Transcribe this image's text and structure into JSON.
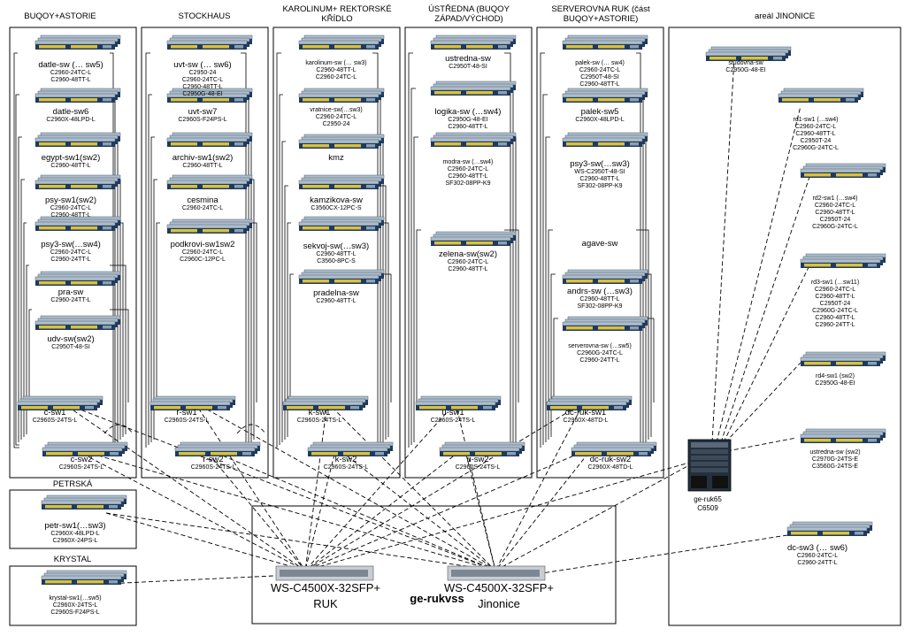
{
  "sections": [
    {
      "title": "BUQOY+ASTORIE"
    },
    {
      "title": "STOCKHAUS"
    },
    {
      "title": "KAROLINUM+ REKTORSKÉ KŘÍDLO"
    },
    {
      "title": "ÚSTŘEDNA (BUQOY ZÁPAD/VÝCHOD)"
    },
    {
      "title": "SERVEROVNA RUK (část BUQOY+ASTORIE)"
    },
    {
      "title": "areál JINONICE"
    },
    {
      "title": "PETRSKÁ"
    },
    {
      "title": "KRYSTAL"
    }
  ],
  "switches": {
    "buqoy": [
      {
        "name": "datle-sw (… sw5)",
        "models": [
          "C2960-24TC-L",
          "C2960-48TT-L"
        ]
      },
      {
        "name": "datle-sw6",
        "models": [
          "C2960X-48LPD-L"
        ]
      },
      {
        "name": "egypt-sw1(sw2)",
        "models": [
          "C2960-48TT-L"
        ]
      },
      {
        "name": "psy-sw1(sw2)",
        "models": [
          "C2960-24TC-L",
          "C2960-48TT-L"
        ]
      },
      {
        "name": "psy3-sw(…sw4)",
        "models": [
          "C2960-24TC-L",
          "C2960-24TT-L"
        ]
      },
      {
        "name": "pra-sw",
        "models": [
          "C2960-24TT-L"
        ]
      },
      {
        "name": "udv-sw(sw2)",
        "models": [
          "C2950T-48-SI"
        ]
      },
      {
        "name": "c-sw1",
        "models": [
          "C2960S-24TS-L"
        ]
      },
      {
        "name": "c-sw2",
        "models": [
          "C2960S-24TS-L"
        ]
      }
    ],
    "stockhaus": [
      {
        "name": "uvt-sw (… sw6)",
        "models": [
          "C2950-24",
          "C2960-24TC-L",
          "C2960-48TT-L",
          "C2950G-48-EI"
        ]
      },
      {
        "name": "uvt-sw7",
        "models": [
          "C2960S-F24PS-L"
        ]
      },
      {
        "name": "archiv-sw1(sw2)",
        "models": [
          "C2960-48TT-L"
        ]
      },
      {
        "name": "cesmina",
        "models": [
          "C2960-24TC-L"
        ]
      },
      {
        "name": "podkrovi-sw1sw2",
        "models": [
          "C2960-24TC-L",
          "C2960C-12PC-L"
        ]
      },
      {
        "name": "r-sw1",
        "models": [
          "C2960S-24TS-L"
        ]
      },
      {
        "name": "r-sw2",
        "models": [
          "C2960S-24TS-L"
        ]
      }
    ],
    "karolinum": [
      {
        "name": "karolinum-sw (… sw3)",
        "models": [
          "C2960-48TT-L",
          "C2960-24TC-L"
        ]
      },
      {
        "name": "vratnice-sw(…sw3)",
        "models": [
          "C2960-24TC-L",
          "C2950-24"
        ]
      },
      {
        "name": "kmz",
        "models": []
      },
      {
        "name": "kamzikova-sw",
        "models": [
          "C3560CX-12PC-S"
        ]
      },
      {
        "name": "sekvoj-sw(…sw3)",
        "models": [
          "C2960-48TT-L",
          "C3560-8PC-S"
        ]
      },
      {
        "name": "pradelna-sw",
        "models": [
          "C2960-48TT-L"
        ]
      },
      {
        "name": "k-sw1",
        "models": [
          "C2960S-24TS-L"
        ]
      },
      {
        "name": "k-sw2",
        "models": [
          "C2960S-24TS-L"
        ]
      }
    ],
    "ustredna": [
      {
        "name": "ustredna-sw",
        "models": [
          "C2950T-48-SI"
        ]
      },
      {
        "name": "logika-sw (…sw4)",
        "models": [
          "C2950G-48-EI",
          "C2960-48TT-L"
        ]
      },
      {
        "name": "modra-sw (…sw4)",
        "models": [
          "C2960-24TC-L",
          "C2960-48TT-L",
          "SF302-08PP-K9"
        ]
      },
      {
        "name": "zelena-sw(sw2)",
        "models": [
          "C2960-24TC-L",
          "C2960-48TT-L"
        ]
      },
      {
        "name": "u-sw1",
        "models": [
          "C2960S-24TS-L"
        ]
      },
      {
        "name": "u-sw2",
        "models": [
          "C2960S-24TS-L"
        ]
      }
    ],
    "serverovna": [
      {
        "name": "palek-sw (… sw4)",
        "models": [
          "C2960-24TC-L",
          "C2950T-48-SI",
          "C2960-48TT-L"
        ]
      },
      {
        "name": "palek-sw5",
        "models": [
          "C2960X-48LPD-L"
        ]
      },
      {
        "name": "psy3-sw(…sw3)",
        "models": [
          "WS-C2950T-48-SI",
          "C2960-48TT-L",
          "SF302-08PP-K9"
        ]
      },
      {
        "name": "agave-sw",
        "models": []
      },
      {
        "name": "andrs-sw (…sw3)",
        "models": [
          "C2960-48TT-L",
          "SF302-08PP-K9"
        ]
      },
      {
        "name": "serverovna-sw (…sw5)",
        "models": [
          "C2960G-24TC-L",
          "C2960-24TT-L"
        ]
      },
      {
        "name": "dc-ruk-sw1",
        "models": [
          "C2960X-48TD-L"
        ]
      },
      {
        "name": "dc-ruk-sw2",
        "models": [
          "C2960X-48TD-L"
        ]
      }
    ],
    "jinonice": [
      {
        "name": "studovna-sw",
        "models": [
          "C2950G-48-EI"
        ]
      },
      {
        "name": "rd1-sw1 (…sw4)",
        "models": [
          "C2960-24TC-L",
          "C2960-48TT-L",
          "C2950T-24",
          "C2960G-24TC-L"
        ]
      },
      {
        "name": "rd2-sw1 (…sw4)",
        "models": [
          "C2960-24TC-L",
          "C2960-48TT-L",
          "C2950T-24",
          "C2960G-24TC-L"
        ]
      },
      {
        "name": "rd3-sw1 (…sw11)",
        "models": [
          "C2960-24TC-L",
          "C2960-48TT-L",
          "C2950T-24",
          "C2960G-24TC-L",
          "C2960-48TT-L",
          "C2960-24TT-L"
        ]
      },
      {
        "name": "rd4-sw1 (sw2)",
        "models": [
          "C2950G-48-EI"
        ]
      },
      {
        "name": "ustredna-sw (sw2)",
        "models": [
          "C2970G-24TS-E",
          "C3560G-24TS-E"
        ]
      },
      {
        "name": "dc-sw3 (… sw6)",
        "models": [
          "C2960-24TC-L",
          "C2960-24TT-L"
        ]
      },
      {
        "name": "ge-ruk65",
        "models": [
          "C6509"
        ]
      }
    ],
    "petrska": [
      {
        "name": "petr-sw1(…sw3)",
        "models": [
          "C2960X-48LPD-L",
          "C2960X-24PS-L"
        ]
      }
    ],
    "krystal": [
      {
        "name": "krystal-sw1(…sw5)",
        "models": [
          "C2960X-24TS-L",
          "C2960S-F24PS-L"
        ]
      }
    ]
  },
  "core": {
    "vss_label": "ge-rukvss",
    "ruk": {
      "model": "WS-C4500X-32SFP+",
      "site": "RUK"
    },
    "jinonice": {
      "model": "WS-C4500X-32SFP+",
      "site": "Jinonice"
    }
  },
  "colors": {
    "switch_body": "#9aa9b8",
    "switch_front": "#1f3a5c",
    "switch_ports": "#e0c23a",
    "line": "#000000"
  }
}
